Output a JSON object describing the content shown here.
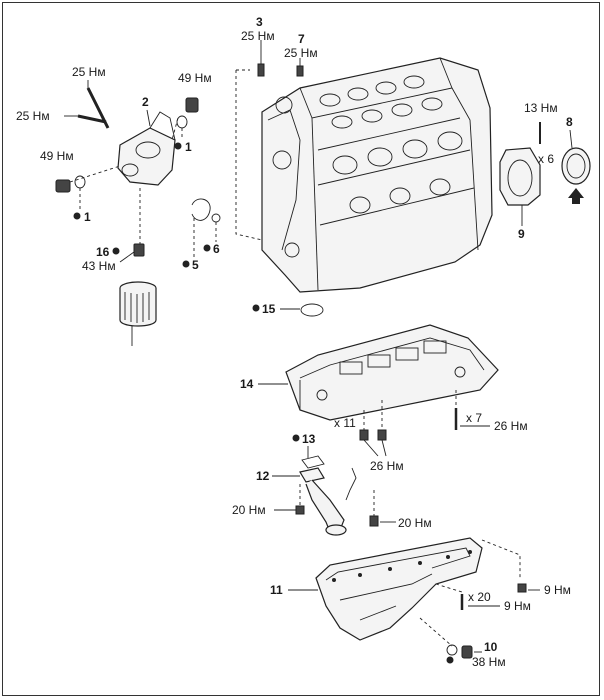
{
  "labels": {
    "p1a": "1",
    "p1b": "1",
    "p2": "2",
    "p3": "3",
    "p5": "5",
    "p6": "6",
    "p7": "7",
    "p8": "8",
    "p9": "9",
    "p10": "10",
    "p11": "11",
    "p12": "12",
    "p13": "13",
    "p14": "14",
    "p15": "15",
    "p16": "16"
  },
  "torques": {
    "t3": "25 Нм",
    "t7": "25 Нм",
    "t_top_left": "25 Нм",
    "t_left": "25 Нм",
    "t49a": "49 Нм",
    "t49b": "49 Нм",
    "t16": "43 Нм",
    "t13_9": "13 Нм",
    "t_pan_upper": "26 Нм",
    "t_pan_upper_mid": "26 Нм",
    "t12a": "20 Нм",
    "t12b": "20 Нм",
    "t_pan_a": "9 Нм",
    "t_pan_b": "9 Нм",
    "t10": "38 Нм"
  },
  "counts": {
    "x6": "x 6",
    "x7": "x 7",
    "x11": "x 11",
    "x20": "x 20"
  }
}
